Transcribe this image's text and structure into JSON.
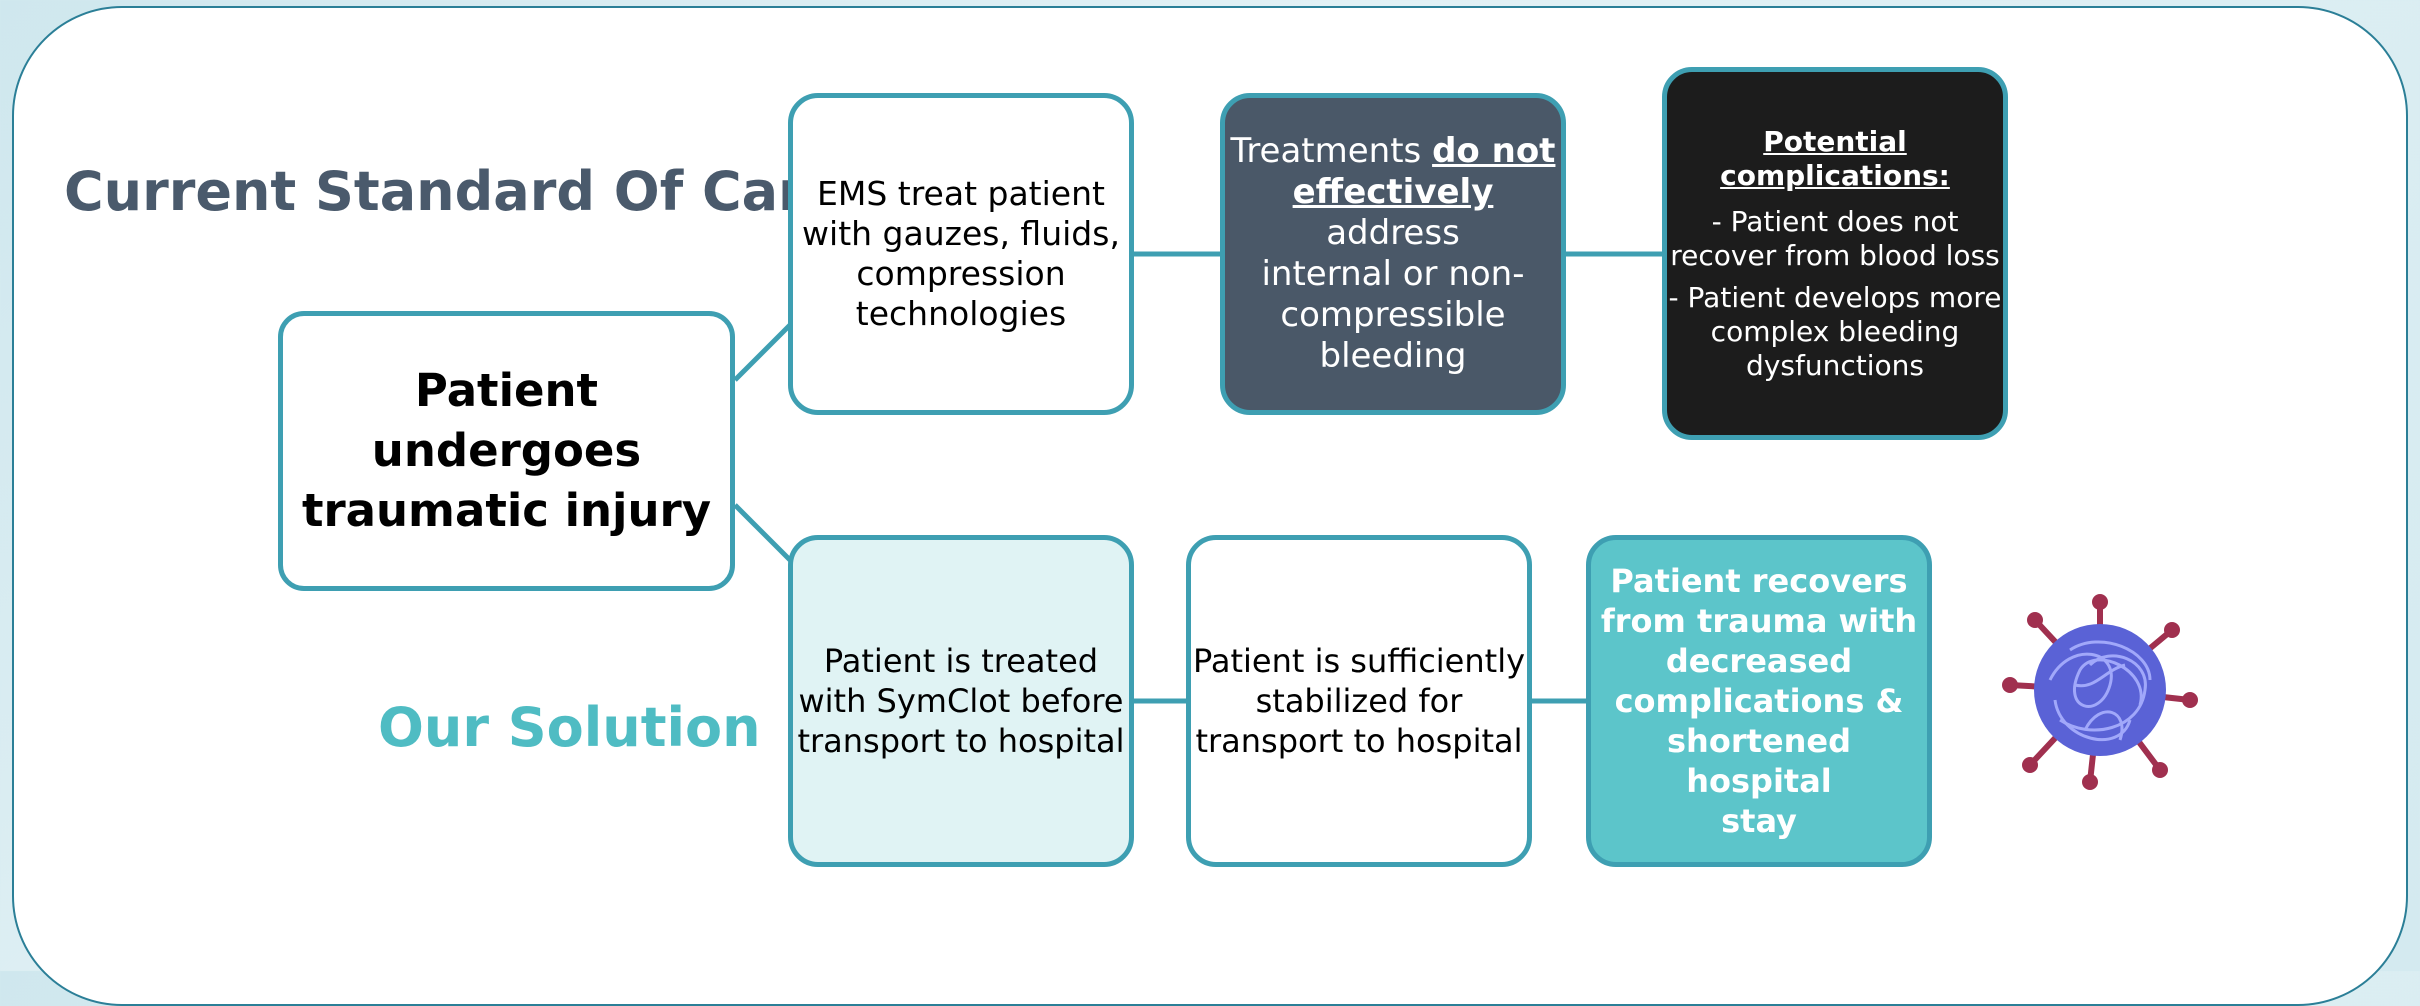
{
  "headings": {
    "current": "Current Standard Of Care",
    "solution": "Our Solution"
  },
  "root": {
    "line1": "Patient undergoes",
    "line2": "traumatic injury"
  },
  "current_path": {
    "step1": [
      "EMS treat patient",
      "with gauzes, fluids,",
      "compression",
      "technologies"
    ],
    "step2": {
      "pre": "Treatments ",
      "emph1": "do not",
      "emph2": "effectively",
      "post1": " address",
      "post2": "internal or non-",
      "post3": "compressible",
      "post4": "bleeding"
    },
    "step3": {
      "title1": "Potential",
      "title2": "complications:",
      "item1a": "- Patient does not",
      "item1b": "recover from blood loss",
      "item2a": "- Patient develops more",
      "item2b": "complex bleeding",
      "item2c": "dysfunctions"
    }
  },
  "solution_path": {
    "step1": [
      "Patient is treated",
      "with SymClot before",
      "transport to hospital"
    ],
    "step2": [
      "Patient is sufficiently",
      "stabilized for",
      "transport to hospital"
    ],
    "step3": [
      "Patient recovers",
      "from trauma with",
      "decreased",
      "complications &",
      "shortened hospital",
      "stay"
    ]
  },
  "colors": {
    "connector": "#3e9fb2",
    "heading_current": "#4a5a6c",
    "heading_solution": "#4fbcc3",
    "dark_box": "#4a5868",
    "black_box": "#1c1c1c",
    "teal_box": "#5cc5ca",
    "light_box": "#e0f3f4"
  },
  "icons": {
    "molecule": "symclot-molecule-icon"
  }
}
